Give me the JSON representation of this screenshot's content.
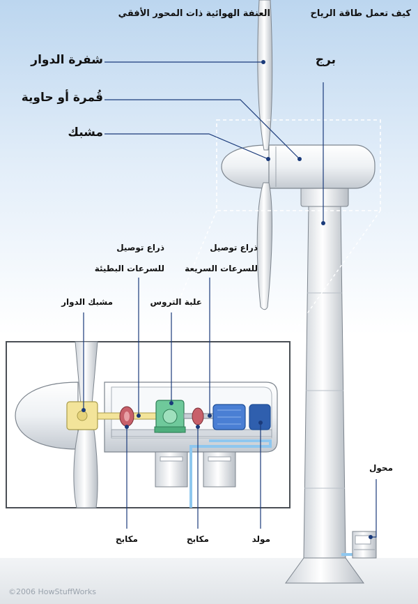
{
  "header": {
    "title_main": "كيف تعمل طاقة الرياح",
    "title_sub": "العنفة الهوائية ذات المحور الأفقي"
  },
  "labels": {
    "rotor_blade": "شفرة الدوار",
    "nacelle": "قُمرة أو حاوية",
    "hub": "مشبك",
    "tower": "برج",
    "low_speed_shaft_1": "ذراع توصيل",
    "low_speed_shaft_2": "للسرعات البطيئة",
    "high_speed_shaft_1": "ذراع توصيل",
    "high_speed_shaft_2": "للسرعات السريعة",
    "gearbox": "علبة التروس",
    "rotor_hub": "مشبك الدوار",
    "brake_1": "مكابح",
    "brake_2": "مكابح",
    "generator": "مولد",
    "transformer": "محول"
  },
  "footer": {
    "copyright": "©2006 HowStuffWorks"
  },
  "colors": {
    "sky_top": "#bcd6ef",
    "callout_line": "#1a3a7a",
    "hub_yellow": "#f3e49a",
    "gear_green": "#6fc99b",
    "motor_blue": "#4a7fd4",
    "coupling_red": "#c8606a",
    "cable_blue": "#8ec7ef"
  }
}
